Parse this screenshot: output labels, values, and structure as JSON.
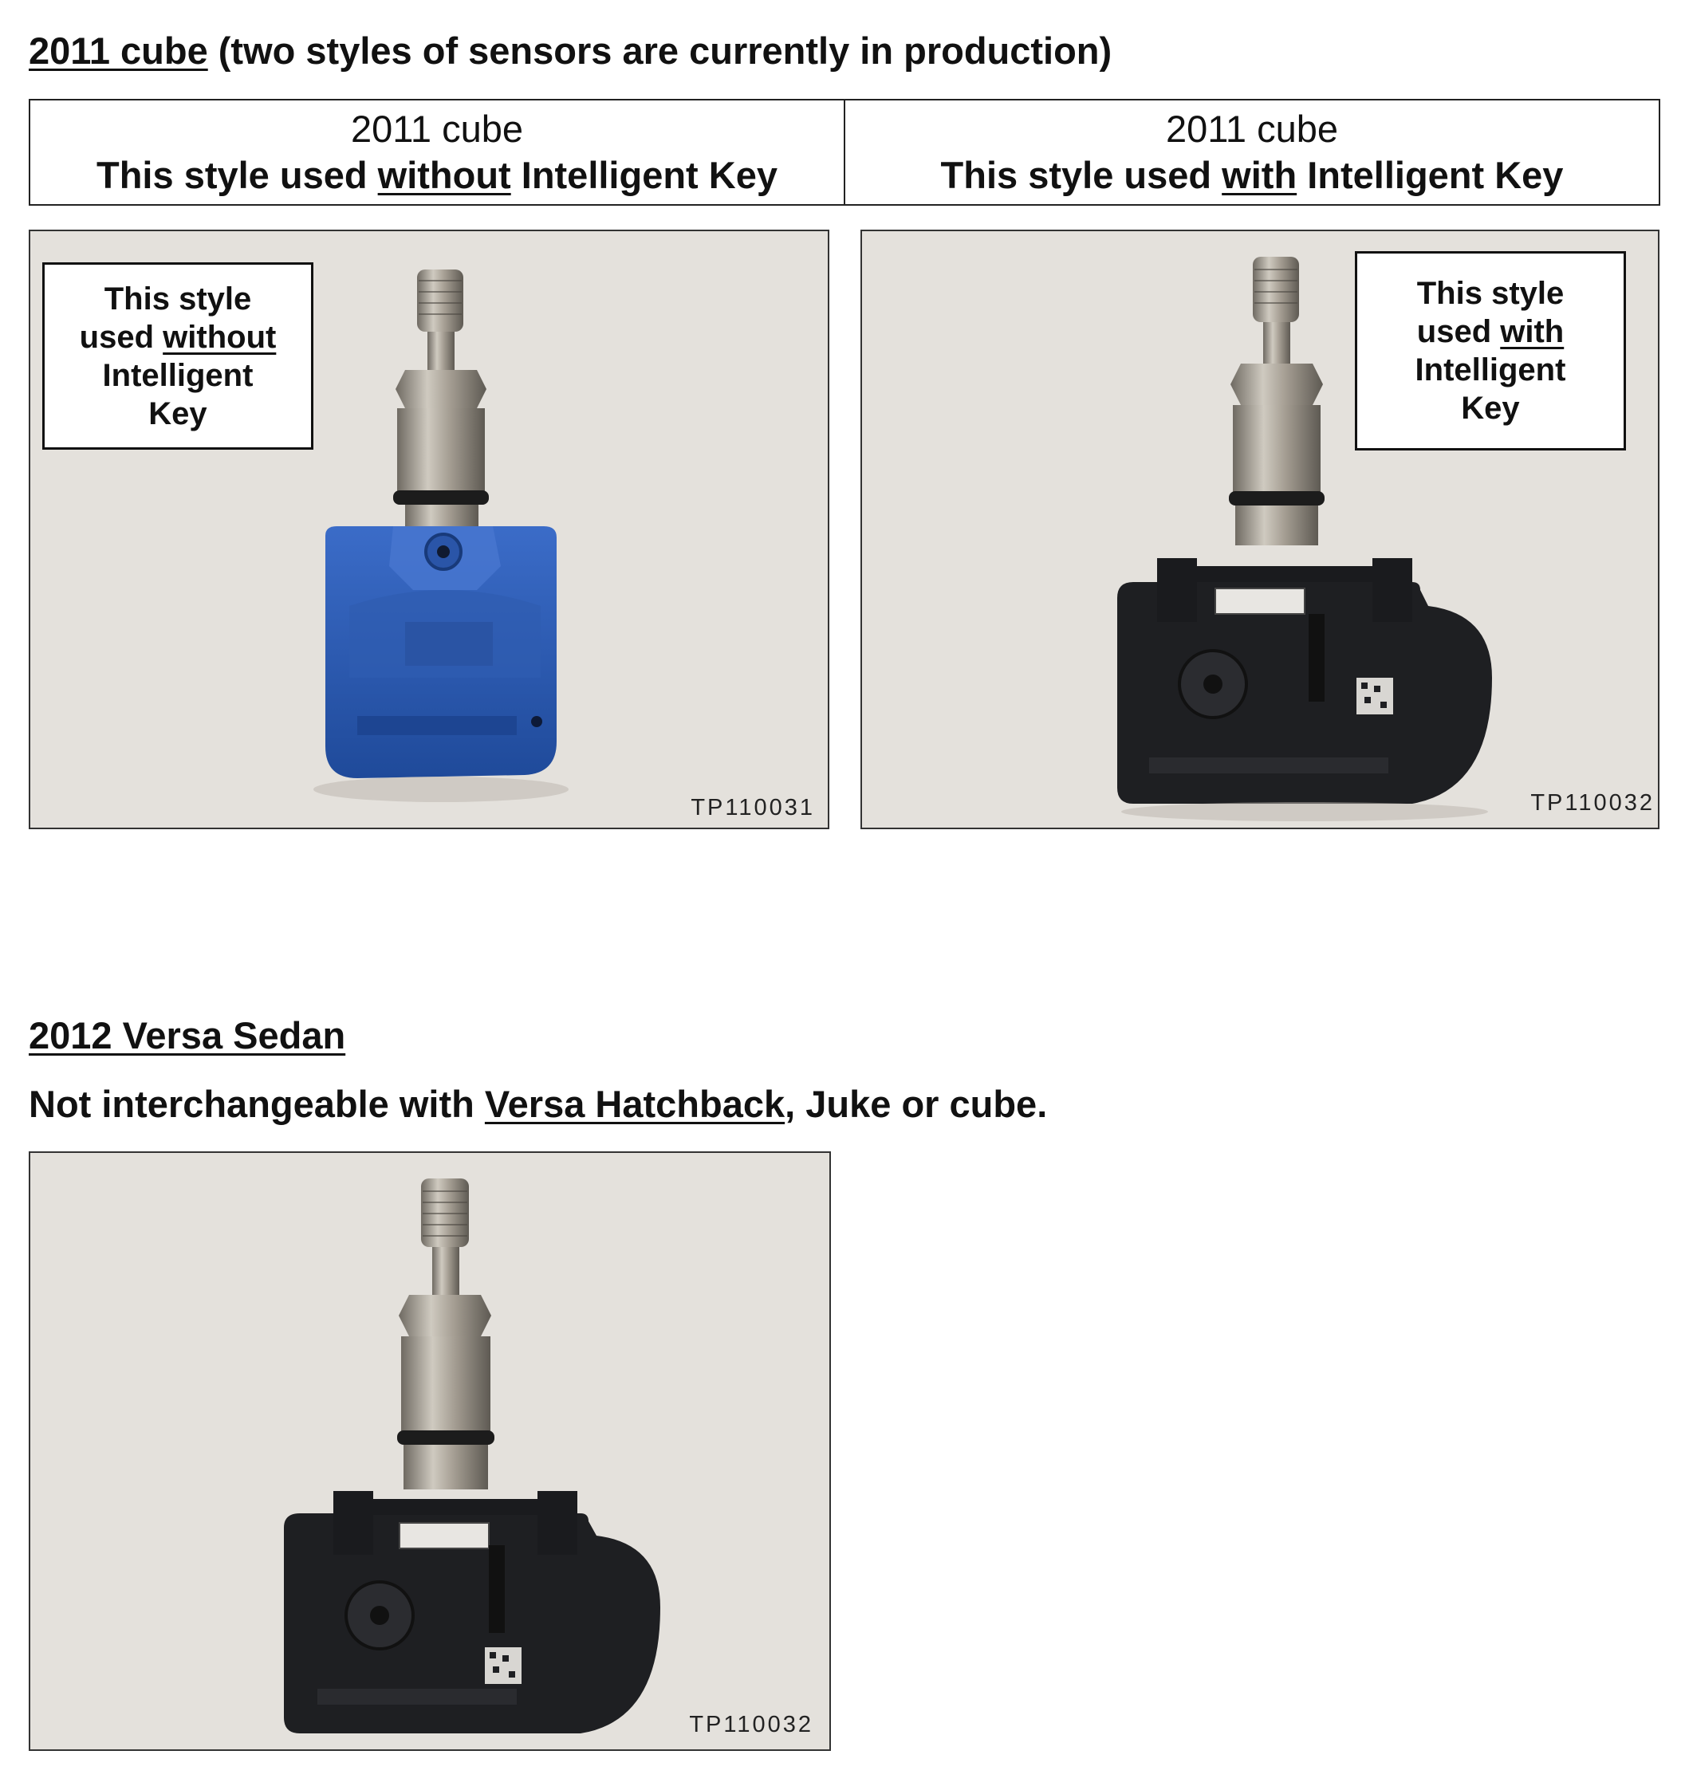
{
  "section_cube": {
    "title_underlined": "2011 cube",
    "title_rest": " (two styles of sensors are currently in production)",
    "table": {
      "left": {
        "line1": "2011 cube",
        "line2_pre": "This style used ",
        "line2_emph": "without",
        "line2_post": " Intelligent Key"
      },
      "right": {
        "line1": "2011 cube",
        "line2_pre": "This style used ",
        "line2_emph": "with",
        "line2_post": " Intelligent Key"
      }
    },
    "photo_left": {
      "callout": {
        "line1": "This style",
        "line2_pre": "used ",
        "line2_emph": "without",
        "line3": "Intelligent",
        "line4": "Key"
      },
      "code": "TP110031",
      "sensor_color": "#2f5fb8"
    },
    "photo_right": {
      "callout": {
        "line1": "This style",
        "line2_pre": "used ",
        "line2_emph": "with",
        "line3": "Intelligent",
        "line4": "Key"
      },
      "code": "TP110032",
      "sensor_color": "#1e1f22"
    }
  },
  "section_versa": {
    "title": "2012 Versa Sedan",
    "note_pre": "Not interchangeable with ",
    "note_emph": "Versa Hatchback",
    "note_post": ", Juke or cube.",
    "photo": {
      "code": "TP110032",
      "sensor_color": "#1e1f22"
    }
  },
  "colors": {
    "photo_background": "#e4e1dc",
    "valve_metal": "#8f8a82"
  }
}
